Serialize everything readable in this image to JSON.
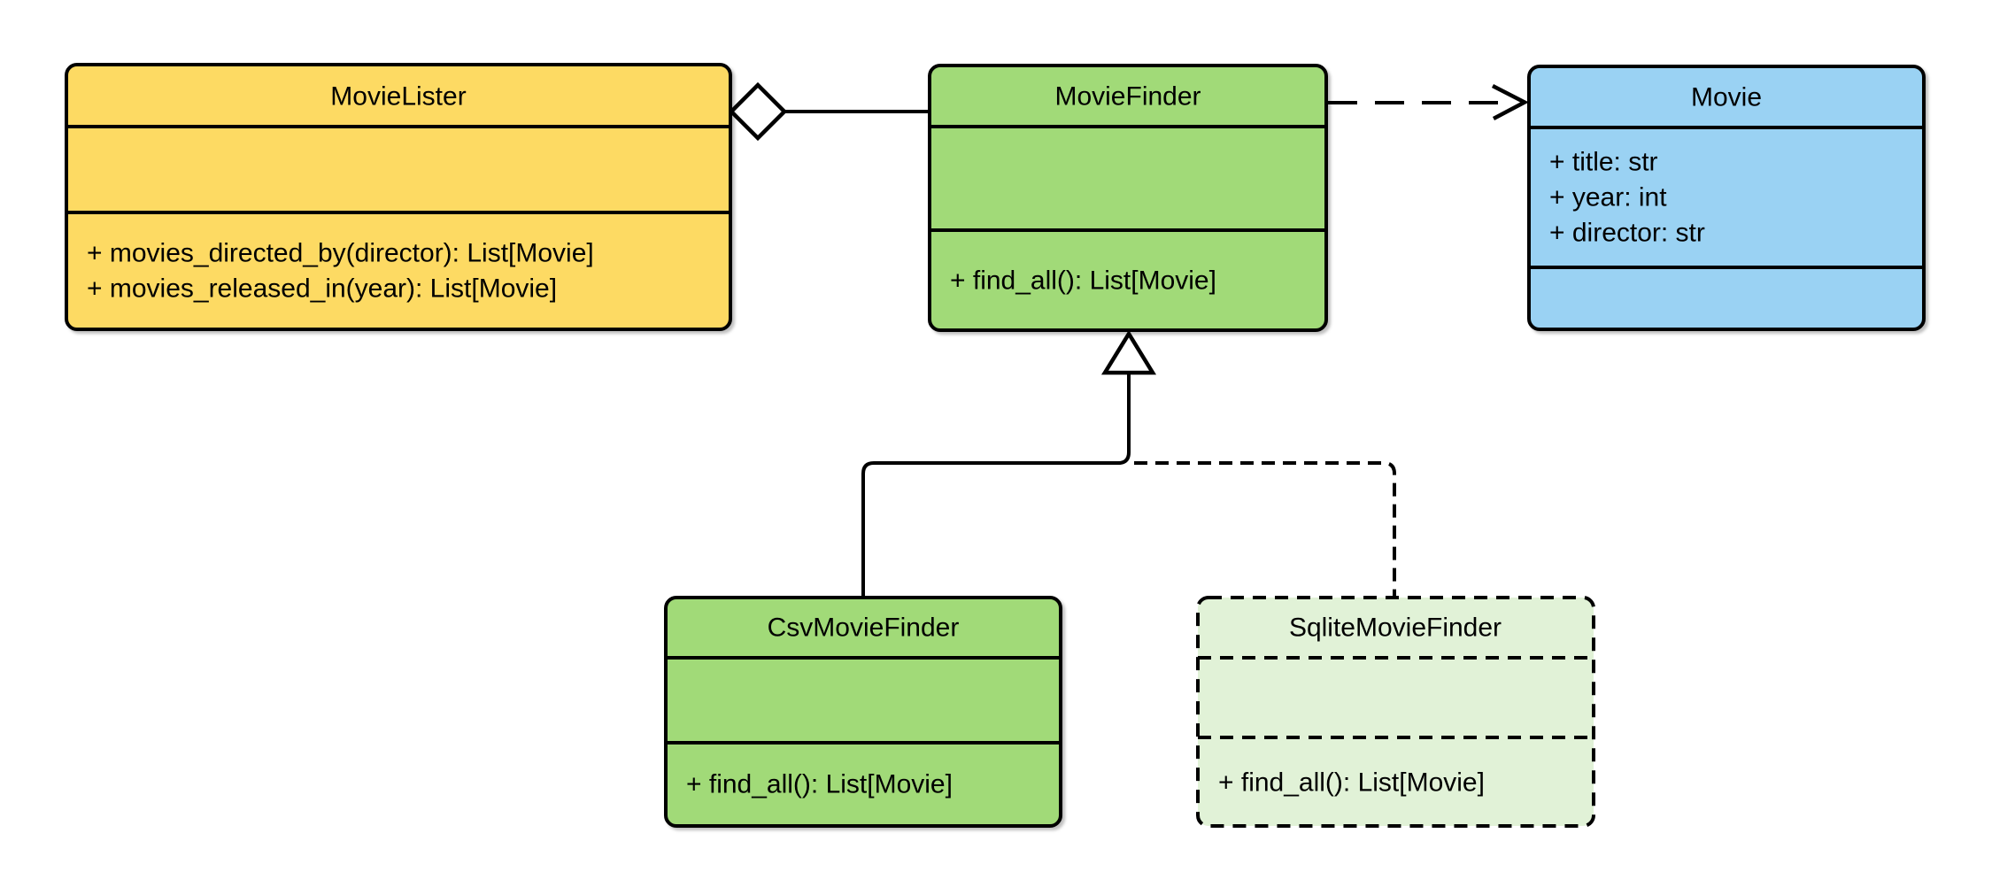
{
  "diagram": {
    "kind": "uml-class-diagram",
    "background_color": "#ffffff",
    "stroke_color": "#000000",
    "classes": {
      "movie_lister": {
        "name": "MovieLister",
        "attributes": [],
        "methods": [
          "+ movies_directed_by(director): List[Movie]",
          "+ movies_released_in(year): List[Movie]"
        ],
        "fill": "#FDDA63",
        "border_style": "solid"
      },
      "movie_finder": {
        "name": "MovieFinder",
        "attributes": [],
        "methods": [
          "+ find_all(): List[Movie]"
        ],
        "fill": "#A1DA78",
        "border_style": "solid"
      },
      "movie": {
        "name": "Movie",
        "attributes": [
          "+ title: str",
          "+ year: int",
          "+ director: str"
        ],
        "methods": [],
        "fill": "#9AD2F3",
        "border_style": "solid"
      },
      "csv_movie_finder": {
        "name": "CsvMovieFinder",
        "attributes": [],
        "methods": [
          "+ find_all(): List[Movie]"
        ],
        "fill": "#A1DA78",
        "border_style": "solid"
      },
      "sqlite_movie_finder": {
        "name": "SqliteMovieFinder",
        "attributes": [],
        "methods": [
          "+ find_all(): List[Movie]"
        ],
        "fill": "#E1F2D7",
        "border_style": "dashed"
      }
    },
    "relationships": [
      {
        "type": "aggregation",
        "from": "MovieLister",
        "to": "MovieFinder",
        "line": "solid",
        "marker": "hollow-diamond",
        "marker_at": "MovieLister"
      },
      {
        "type": "dependency",
        "from": "MovieFinder",
        "to": "Movie",
        "line": "dashed",
        "marker": "open-arrow",
        "marker_at": "Movie"
      },
      {
        "type": "inheritance",
        "from": "CsvMovieFinder",
        "to": "MovieFinder",
        "line": "solid",
        "marker": "hollow-triangle",
        "marker_at": "MovieFinder"
      },
      {
        "type": "inheritance",
        "from": "SqliteMovieFinder",
        "to": "MovieFinder",
        "line": "dashed",
        "marker": "hollow-triangle",
        "marker_at": "MovieFinder"
      }
    ]
  }
}
